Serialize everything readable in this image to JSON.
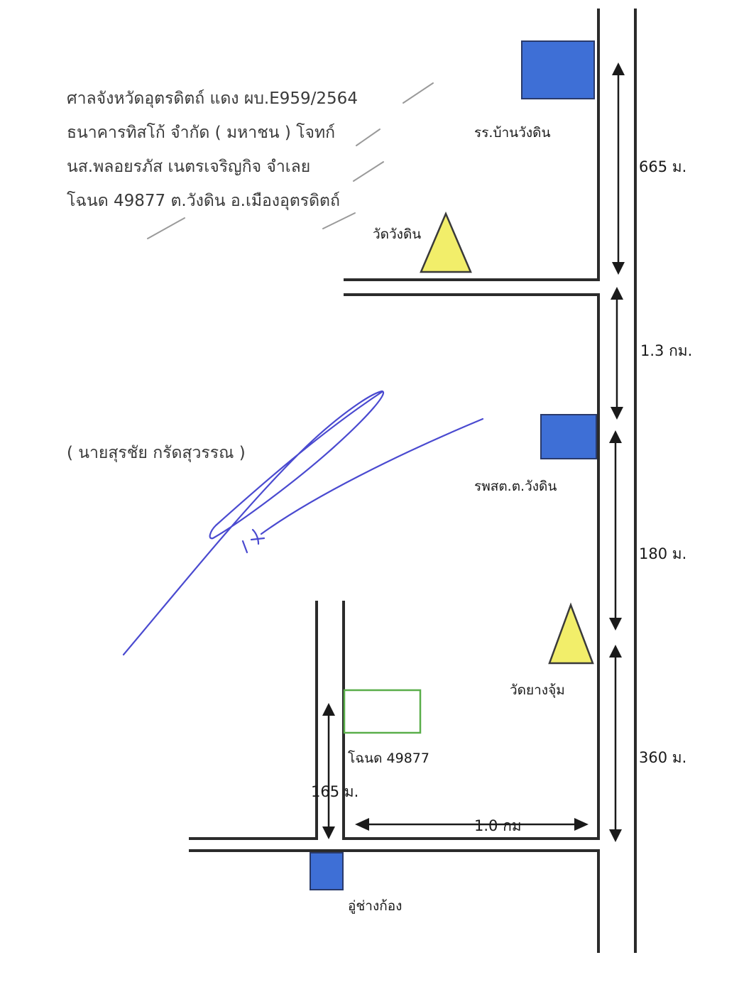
{
  "header": {
    "lines": [
      "ศาลจังหวัดอุตรดิตถ์ แดง ผบ.E959/2564",
      "ธนาคารทิสโก้ จำกัด ( มหาชน )  โจทก์",
      "นส.พลอยรภัส เนตรเจริญกิจ  จำเลย",
      "โฉนด 49877 ต.วังดิน อ.เมืองอุตรดิตถ์"
    ]
  },
  "signer_name": "( นายสุรชัย  กรัดสุวรรณ )",
  "landmarks": {
    "school": "รร.บ้านวังดิน",
    "temple_wangdin": "วัดวังดิน",
    "health_center": "รพสต.ต.วังดิน",
    "temple_yangjum": "วัดยางจุ้ม",
    "plot": "โฉนด 49877",
    "garage": "อู่ช่างก้อง"
  },
  "distances": {
    "d1": "665 ม.",
    "d2": "1.3 กม.",
    "d3": "180 ม.",
    "d4": "360 ม.",
    "d5": "165 ม.",
    "d6": "1.0 กม"
  },
  "colors": {
    "building": "#3e6fd6",
    "building_stroke": "#2a3a6a",
    "temple": "#f2ee6a",
    "temple_stroke": "#3a3a3a",
    "plot": "#5aae4a",
    "signature": "#4a4ad0"
  },
  "icons": [
    "building-icon",
    "temple-icon",
    "plot-outline"
  ]
}
